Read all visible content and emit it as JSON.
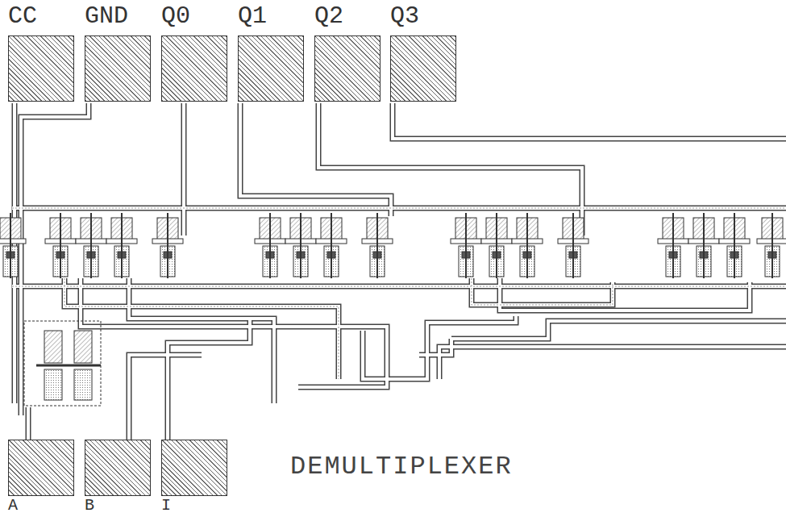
{
  "diagram": {
    "title": "DEMULTIPLEXER",
    "nodes": [
      {
        "text": [
          "CC"
        ]
      },
      {
        "text": [
          "GND"
        ]
      },
      {
        "text": [
          "Q0"
        ]
      },
      {
        "text": [
          "Q1"
        ]
      },
      {
        "text": [
          "Q2"
        ]
      },
      {
        "text": [
          "Q3"
        ]
      },
      {
        "text": [
          "A"
        ]
      },
      {
        "text": [
          "B"
        ]
      },
      {
        "text": [
          "I"
        ]
      }
    ]
  }
}
